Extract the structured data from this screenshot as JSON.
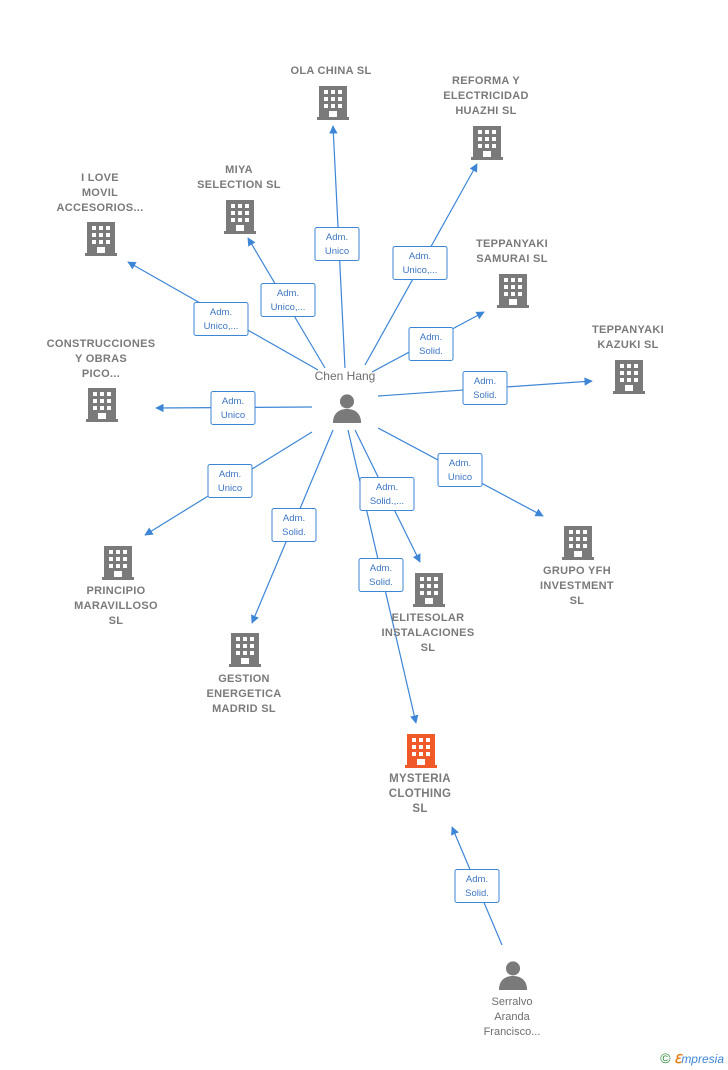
{
  "hub": {
    "name": "Chen Hang"
  },
  "companies": [
    {
      "id": "ola",
      "lines": [
        "OLA CHINA SL"
      ]
    },
    {
      "id": "reforma",
      "lines": [
        "REFORMA Y",
        "ELECTRICIDAD",
        "HUAZHI  SL"
      ]
    },
    {
      "id": "miya",
      "lines": [
        "MIYA",
        "SELECTION  SL"
      ]
    },
    {
      "id": "ilove",
      "lines": [
        "I LOVE",
        "MOVIL",
        "ACCESORIOS..."
      ]
    },
    {
      "id": "samurai",
      "lines": [
        "TEPPANYAKI",
        "SAMURAI SL"
      ]
    },
    {
      "id": "kazuki",
      "lines": [
        "TEPPANYAKI",
        "KAZUKI  SL"
      ]
    },
    {
      "id": "construc",
      "lines": [
        "CONSTRUCCIONES",
        "Y OBRAS",
        "PICO..."
      ]
    },
    {
      "id": "principio",
      "lines": [
        "PRINCIPIO",
        "MARAVILLOSO",
        "SL"
      ]
    },
    {
      "id": "gestion",
      "lines": [
        "GESTION",
        "ENERGETICA",
        "MADRID  SL"
      ]
    },
    {
      "id": "elitesolar",
      "lines": [
        "ELITESOLAR",
        "INSTALACIONES",
        "SL"
      ]
    },
    {
      "id": "grupo",
      "lines": [
        "GRUPO YFH",
        "INVESTMENT",
        "SL"
      ]
    },
    {
      "id": "mysteria",
      "lines": [
        "MYSTERIA",
        "CLOTHING",
        "SL"
      ],
      "focus": true
    }
  ],
  "persons": [
    {
      "id": "serralvo",
      "lines": [
        "Serralvo",
        "Aranda",
        "Francisco..."
      ]
    }
  ],
  "relations": [
    {
      "to": "ola",
      "role": [
        "Adm.",
        "Unico"
      ]
    },
    {
      "to": "reforma",
      "role": [
        "Adm.",
        "Unico,..."
      ]
    },
    {
      "to": "miya",
      "role": [
        "Adm.",
        "Unico,..."
      ]
    },
    {
      "to": "ilove",
      "role": [
        "Adm.",
        "Unico,..."
      ]
    },
    {
      "to": "samurai",
      "role": [
        "Adm.",
        "Solid."
      ]
    },
    {
      "to": "kazuki",
      "role": [
        "Adm.",
        "Solid."
      ]
    },
    {
      "to": "construc",
      "role": [
        "Adm.",
        "Unico"
      ]
    },
    {
      "to": "principio",
      "role": [
        "Adm.",
        "Unico"
      ]
    },
    {
      "to": "gestion",
      "role": [
        "Adm.",
        "Solid."
      ]
    },
    {
      "to": "elitesolar",
      "role": [
        "Adm.",
        "Solid.,..."
      ]
    },
    {
      "to": "grupo",
      "role": [
        "Adm.",
        "Unico"
      ]
    },
    {
      "to": "mysteria",
      "role": [
        "Adm.",
        "Solid."
      ]
    },
    {
      "from": "serralvo",
      "to": "mysteria",
      "role": [
        "Adm.",
        "Solid."
      ]
    }
  ],
  "colors": {
    "edge": "#3d86d6",
    "building": "#7a7a7a",
    "focus_building": "#f05a28",
    "person": "#7a7a7a"
  },
  "footer": {
    "copyright_symbol": "©",
    "brand_first": "ℇ",
    "brand_rest": "mpresia"
  }
}
